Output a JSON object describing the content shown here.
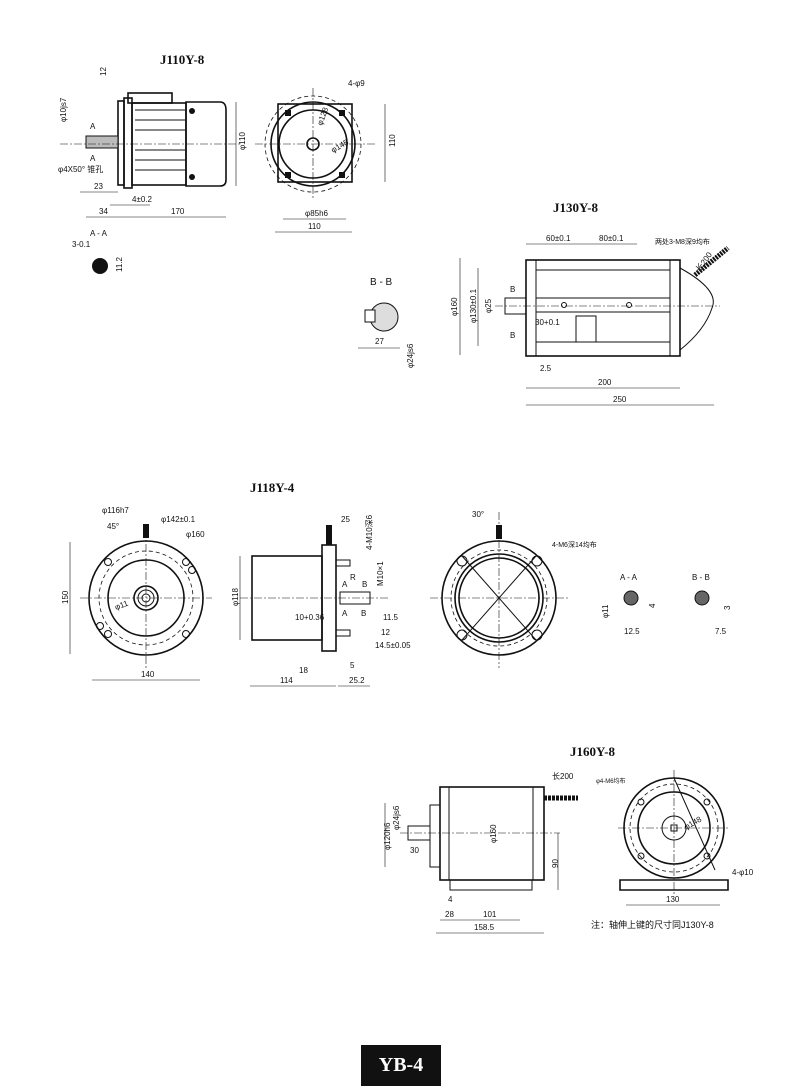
{
  "footer": "YB-4",
  "j110": {
    "title": "J110Y-8",
    "d12": "12",
    "shaft": "φ10js7",
    "a_top": "A",
    "a_bot": "A",
    "taper": "φ4X50° 锥孔",
    "d23": "23",
    "d4": "4±0.2",
    "d34": "34",
    "d170": "170",
    "dia110": "φ110",
    "holes": "4-φ9",
    "d128": "φ128",
    "d145": "φ145",
    "h110": "110",
    "d85": "φ85h6",
    "w110": "110",
    "aa_title": "A - A",
    "aa_key": "3-0.1",
    "aa_h": "11.2"
  },
  "bb": {
    "title": "B - B",
    "d27": "27",
    "d24": "φ24js6"
  },
  "j130": {
    "title": "J130Y-8",
    "d60": "60±0.1",
    "d80": "80±0.1",
    "note": "两处3-M8深9均布",
    "lead": "长200",
    "d160": "φ160",
    "d130": "φ130±0.1",
    "d25": "φ25",
    "b1": "B",
    "b2": "B",
    "d30": "30+0.1",
    "d25b": "2.5",
    "d200": "200",
    "d250": "250"
  },
  "j118": {
    "title": "J118Y-4",
    "d116": "φ116h7",
    "a45": "45°",
    "d142": "φ142±0.1",
    "d160": "φ160",
    "h150": "150",
    "d11": "φ11",
    "w140": "140",
    "d118": "φ118",
    "d25": "25",
    "thread4": "4-M10深6",
    "m10": "M10×1",
    "r": "R",
    "a1": "A",
    "b1": "B",
    "a2": "A",
    "b2": "B",
    "d10": "10+0.36",
    "d115": "11.5",
    "d12": "12",
    "d145": "14.5±0.05",
    "d5": "5",
    "d18": "18",
    "d114": "114",
    "d252": "25.2",
    "a30": "30°",
    "holes": "4-M6深14均布",
    "aa_title": "A - A",
    "aa_d": "φ11",
    "aa_h": "4",
    "aa_w": "12.5",
    "bb_title": "B - B",
    "bb_h": "3",
    "bb_w": "7.5"
  },
  "j160": {
    "title": "J160Y-8",
    "lead": "长200",
    "d24": "φ24js6",
    "d120": "φ120h6",
    "d30": "30",
    "d160": "φ160",
    "h90": "90",
    "d4": "4",
    "d28": "28",
    "d101": "101",
    "d1585": "158.5",
    "holes": "φ4-M6均布",
    "d148": "φ148",
    "feet": "4-φ10",
    "w130": "130",
    "note": "注：轴伸上键的尺寸同J130Y-8"
  }
}
